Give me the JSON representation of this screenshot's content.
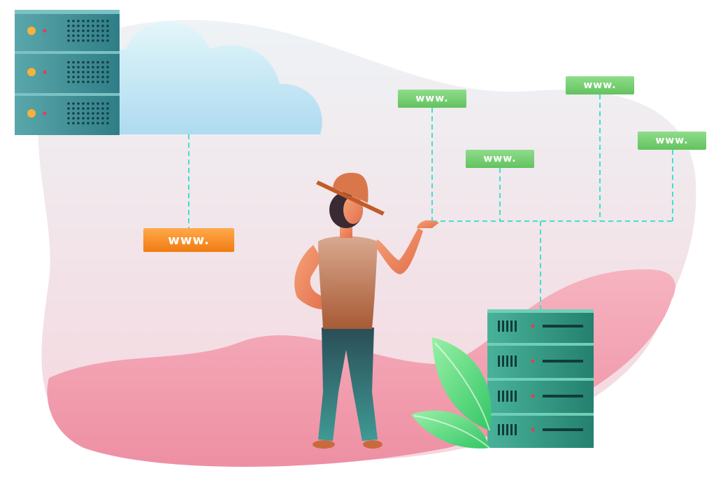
{
  "domains": {
    "orange_label": "www.",
    "green_labels": [
      "www.",
      "www.",
      "www.",
      "www."
    ]
  },
  "colors": {
    "orange_tag": "#f28a1c",
    "green_tag": "#6fcb6a",
    "connector": "#3fe0d0",
    "server_top_left": "#3f8f95",
    "server_bottom_right": "#2f9c87",
    "blob_pink": "#f3a3b3",
    "cloud_blue": "#bfe3f3",
    "hat": "#c25a2a",
    "leaves": "#4fd16f"
  },
  "icons": [
    "cloud-icon",
    "server-rack-icon",
    "person-icon",
    "hat-icon",
    "leaf-plant-icon"
  ]
}
